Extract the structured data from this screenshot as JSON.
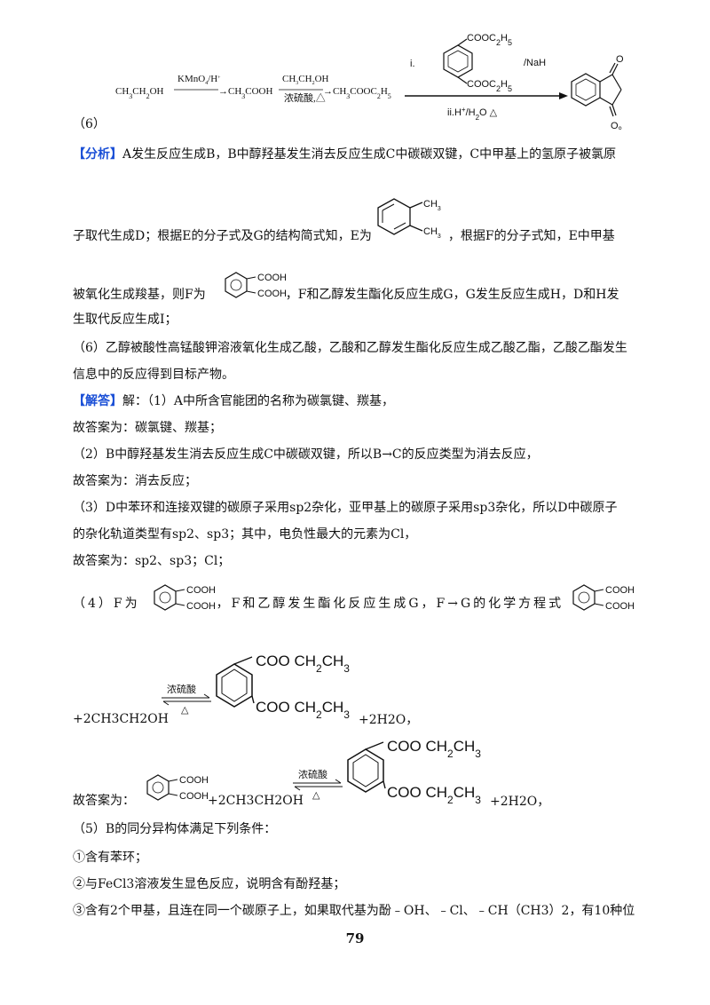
{
  "route6": {
    "label": "（6）",
    "start": "CH3CH2OH",
    "arrow1": "KMnO4/H+",
    "mid1": "→CH3COOH",
    "arrow2_top": "CH3CH2OH",
    "arrow2_bottom": "浓硫酸,△",
    "mid2": "→CH3COOC2H5",
    "reagent_i": "i.",
    "reagent_top_group": "COOC2H5",
    "reagent_bottom_group": "COOC2H5",
    "reagent_base": "/NaH",
    "reagent_ii": "ii.H+/H2O △",
    "product_o1": "O",
    "product_o2": "O。"
  },
  "analysis": {
    "tag": "【分析】",
    "line1": "A发生反应生成B，B中醇羟基发生消去反应生成C中碳碳双键，C中甲基上的氢原子被氯原",
    "line2a": "子取代生成D；根据E的分子式及G的结构简式知，E为",
    "line2b": "，根据F的分子式知，E中甲基",
    "e_ch3_1": "CH3",
    "e_ch3_2": "CH3",
    "line3a": "被氧化生成羧基，则F为",
    "line3b": "，F和乙醇发生酯化反应生成G，G发生反应生成H，D和H发",
    "f_cooh1": "COOH",
    "f_cooh2": "COOH",
    "line4": "生取代反应生成I；",
    "line5": "（6）乙醇被酸性高锰酸钾溶液氧化生成乙酸，乙酸和乙醇发生酯化反应生成乙酸乙酯，乙酸乙酯发生",
    "line6": "信息中的反应得到目标产物。"
  },
  "answer": {
    "tag": "【解答】",
    "intro": "解：（1）A中所含官能团的名称为碳氯键、羰基，",
    "a1": "故答案为：碳氯键、羰基；",
    "q2": "（2）B中醇羟基发生消去反应生成C中碳碳双键，所以B→C的反应类型为消去反应，",
    "a2": "故答案为：消去反应；",
    "q3a": "（3）D中苯环和连接双键的碳原子采用sp2杂化，亚甲基上的碳原子采用sp3杂化，所以D中碳原子",
    "q3b": "的杂化轨道类型有sp2、sp3；其中，电负性最大的元素为Cl，",
    "a3": "故答案为：sp2、sp3；Cl；",
    "q4a": "（4）F为",
    "q4b": "，F和乙醇发生酯化反应生成G，F→G的化学方程式",
    "eq_left": "+2CH3CH2OH",
    "eq_cond_top": "浓硫酸",
    "eq_cond_bottom": "△",
    "eq_right": "+2H2O，",
    "g_top": "COO CH2CH3",
    "g_bottom": "COO CH2CH3",
    "a4_prefix": "故答案为：",
    "q5": "（5）B的同分异构体满足下列条件：",
    "c1": "①含有苯环；",
    "c2": "②与FeCl3溶液发生显色反应，说明含有酚羟基；",
    "c3": "③含有2个甲基，且连在同一个碳原子上，如果取代基为酚﹣OH、﹣Cl、﹣CH（CH3）2，有10种位"
  },
  "page_number": "79"
}
